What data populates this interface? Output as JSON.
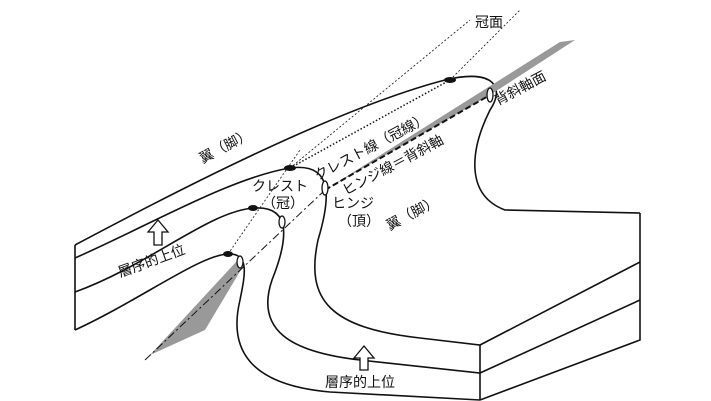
{
  "labels": {
    "crest_surface": "冠面",
    "axial_plane": "背斜軸面",
    "limb_upper": "翼（脚）",
    "crest_line": "クレスト線（冠線）",
    "hinge_line": "ヒンジ線＝背斜軸",
    "crest": "クレスト",
    "crest_kanji": "（冠）",
    "hinge": "ヒンジ",
    "hinge_kanji": "（頂）",
    "limb_lower": "翼（脚）",
    "younging_left": "層序的上位",
    "younging_bottom": "層序的上位"
  }
}
